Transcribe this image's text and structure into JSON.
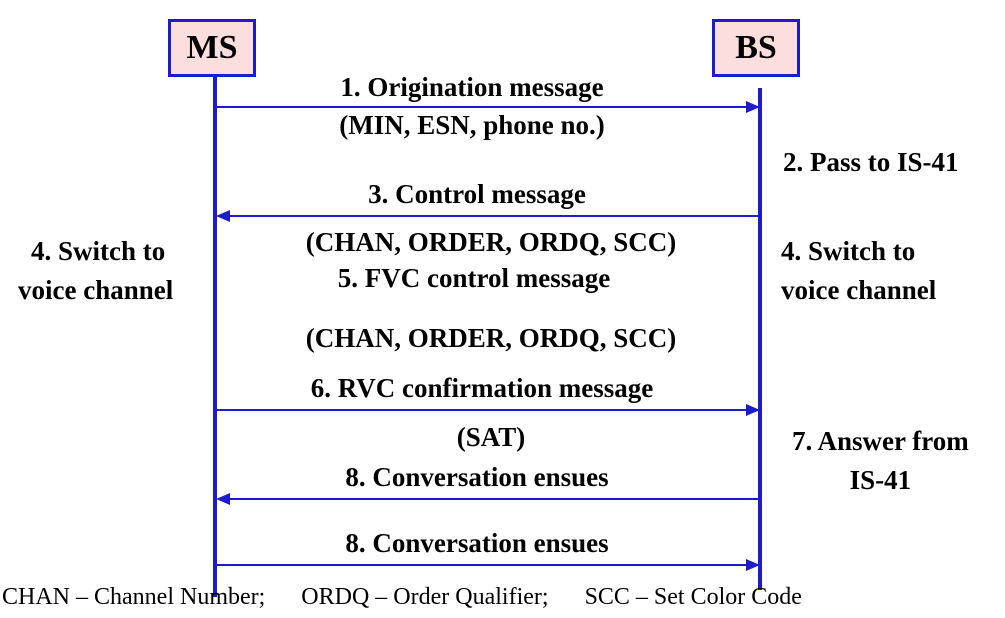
{
  "entities": {
    "ms": "MS",
    "bs": "BS"
  },
  "messages": {
    "m1": "1. Origination message",
    "m1_params": "(MIN, ESN, phone no.)",
    "m2": "2. Pass to IS-41",
    "m3": "3. Control message",
    "m3_params": "(CHAN, ORDER, ORDQ, SCC)",
    "m4_ms_line1": "4. Switch to",
    "m4_ms_line2": "voice channel",
    "m4_bs_line1": "4. Switch to",
    "m4_bs_line2": "voice channel",
    "m5": "5. FVC control message",
    "m5_params": "(CHAN, ORDER, ORDQ, SCC)",
    "m6": "6. RVC confirmation message",
    "m6_params": "(SAT)",
    "m7_line1": "7. Answer from",
    "m7_line2": "IS-41",
    "m8a": "8. Conversation ensues",
    "m8b": "8. Conversation ensues"
  },
  "legend": {
    "chan": "CHAN – Channel Number;",
    "ordq": "ORDQ – Order Qualifier;",
    "scc": "SCC – Set Color Code"
  },
  "colors": {
    "line": "#1c1ccc",
    "box_fill": "#fcdede"
  }
}
